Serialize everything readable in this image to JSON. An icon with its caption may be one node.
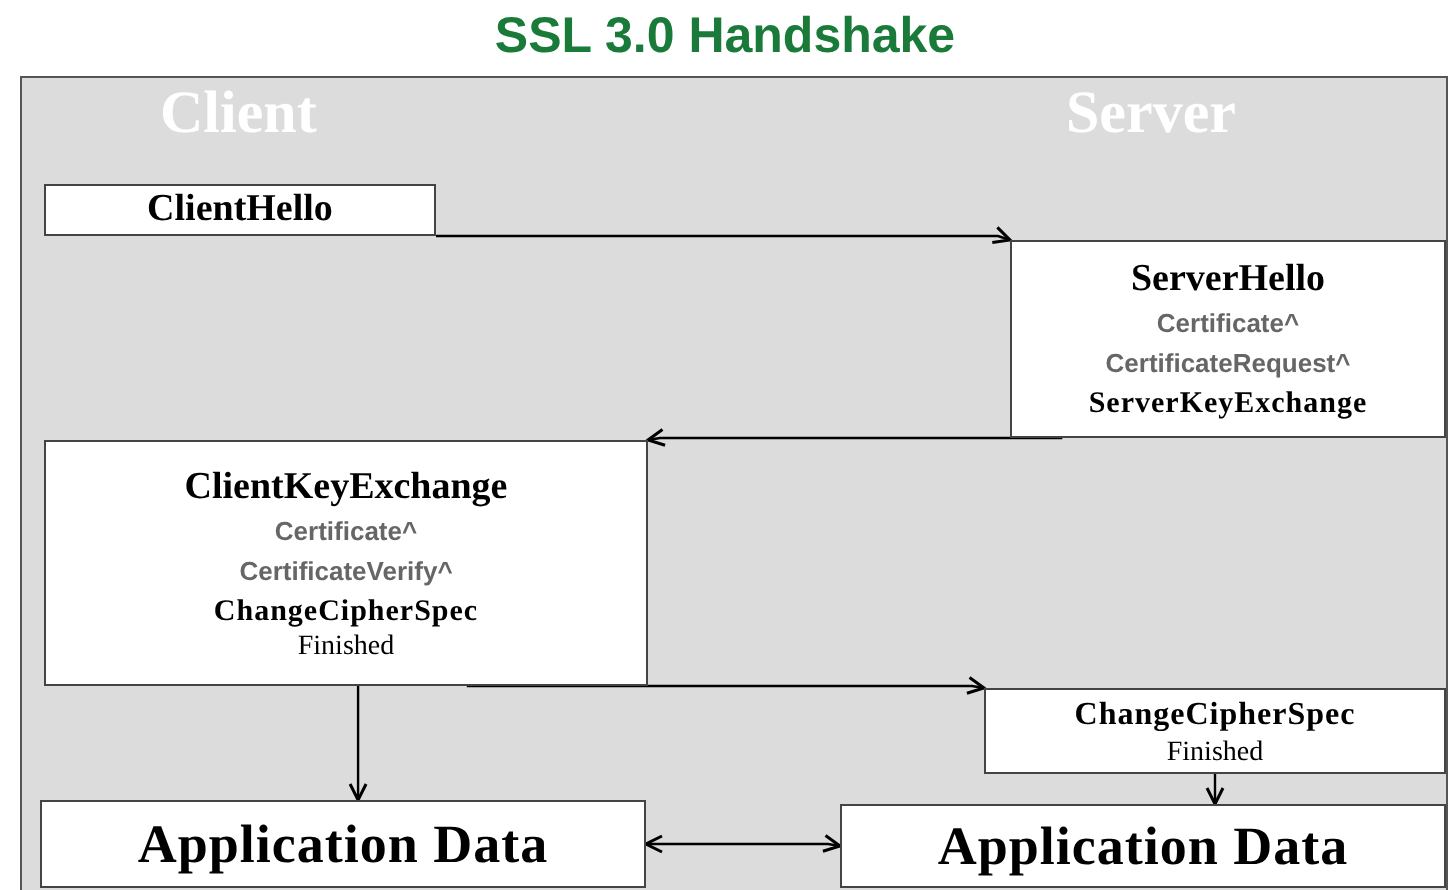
{
  "diagram": {
    "title": "SSL 3.0 Handshake",
    "nodes": [
      {
        "text": [
          "ClientHello"
        ]
      },
      {
        "text": [
          "ServerHello",
          "Certificate^",
          "CertificateRequest^",
          "ServerKeyExchange"
        ]
      },
      {
        "text": [
          "ClientKeyExchange",
          "Certificate^",
          "CertificateVerify^",
          "ChangeCipherSpec",
          "Finished"
        ]
      },
      {
        "text": [
          "ChangeCipherSpec",
          "Finished"
        ]
      },
      {
        "text": [
          "Application Data"
        ]
      },
      {
        "text": [
          "Application Data"
        ]
      }
    ],
    "edges": [
      {
        "from": 0,
        "to": 1,
        "arrow": "to"
      },
      {
        "from": 1,
        "to": 2,
        "arrow": "to"
      },
      {
        "from": 2,
        "to": 3,
        "arrow": "to"
      },
      {
        "from": 2,
        "to": 4,
        "arrow": "to"
      },
      {
        "from": 3,
        "to": 5,
        "arrow": "to"
      },
      {
        "from": 4,
        "to": 5,
        "arrow": "both"
      }
    ],
    "labels": [
      "Client",
      "Server"
    ]
  }
}
